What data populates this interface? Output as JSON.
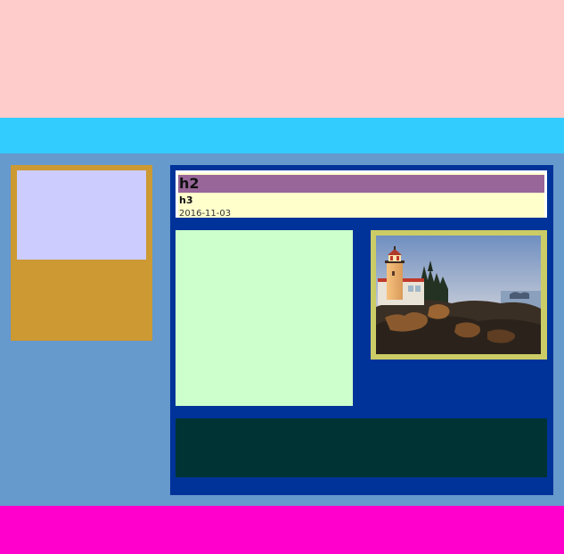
{
  "article": {
    "heading": "h2",
    "subheading": "h3",
    "date": "2016-11-03"
  },
  "colors": {
    "page_background": "#6699cc",
    "top_banner": "#ffcccc",
    "nav_bar": "#33ccff",
    "sidebar": "#cc9933",
    "sidebar_box": "#ccccff",
    "main_panel": "#003399",
    "article_header": "#ffffcc",
    "headline_bar": "#996699",
    "content_box": "#ccffcc",
    "image_frame": "#cccc66",
    "inner_footer": "#003333",
    "page_footer": "#ff00cc"
  },
  "image": {
    "subject": "lighthouse-on-rocky-coast-at-sunset"
  }
}
